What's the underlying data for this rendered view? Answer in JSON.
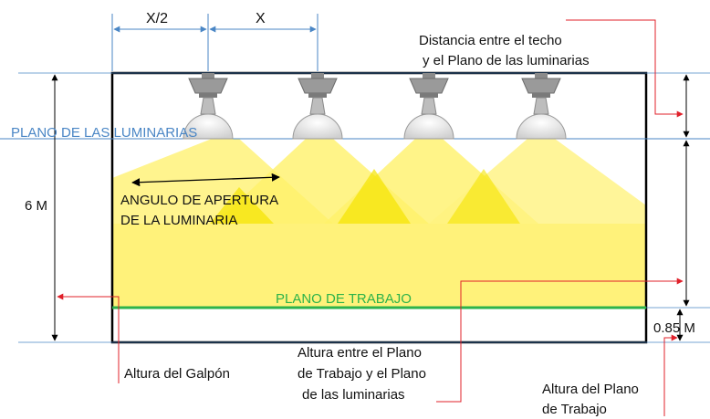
{
  "dimensions": {
    "half_spacing": "X/2",
    "spacing": "X",
    "hall_height": "6 M",
    "work_plane_height": "0.85 M"
  },
  "planes": {
    "luminaire_plane": "PLANO DE LAS LUMINARIAS",
    "work_plane": "PLANO DE TRABAJO"
  },
  "annotations": {
    "ceiling_distance_line1": "Distancia entre el techo",
    "ceiling_distance_line2": "y el Plano de las luminarias",
    "beam_angle_line1": "ANGULO DE APERTURA",
    "beam_angle_line2": "DE LA LUMINARIA",
    "hall_height_label": "Altura del Galpón",
    "mount_height_line1": "Altura entre el Plano",
    "mount_height_line2": "de Trabajo y el Plano",
    "mount_height_line3": "de las luminarias",
    "work_height_line1": "Altura del Plano",
    "work_height_line2": "de Trabajo"
  },
  "luminaires": [
    {
      "name": "luminaire-1"
    },
    {
      "name": "luminaire-2"
    },
    {
      "name": "luminaire-3"
    },
    {
      "name": "luminaire-4"
    }
  ],
  "colors": {
    "light": "#fff27a",
    "light_dense": "#f5e400",
    "work_plane_line": "#2db34a",
    "luminaire_plane_line": "#4a86c5",
    "dimension_line": "#4a86c5",
    "callout_line": "#e0202a",
    "frame": "#000000"
  }
}
